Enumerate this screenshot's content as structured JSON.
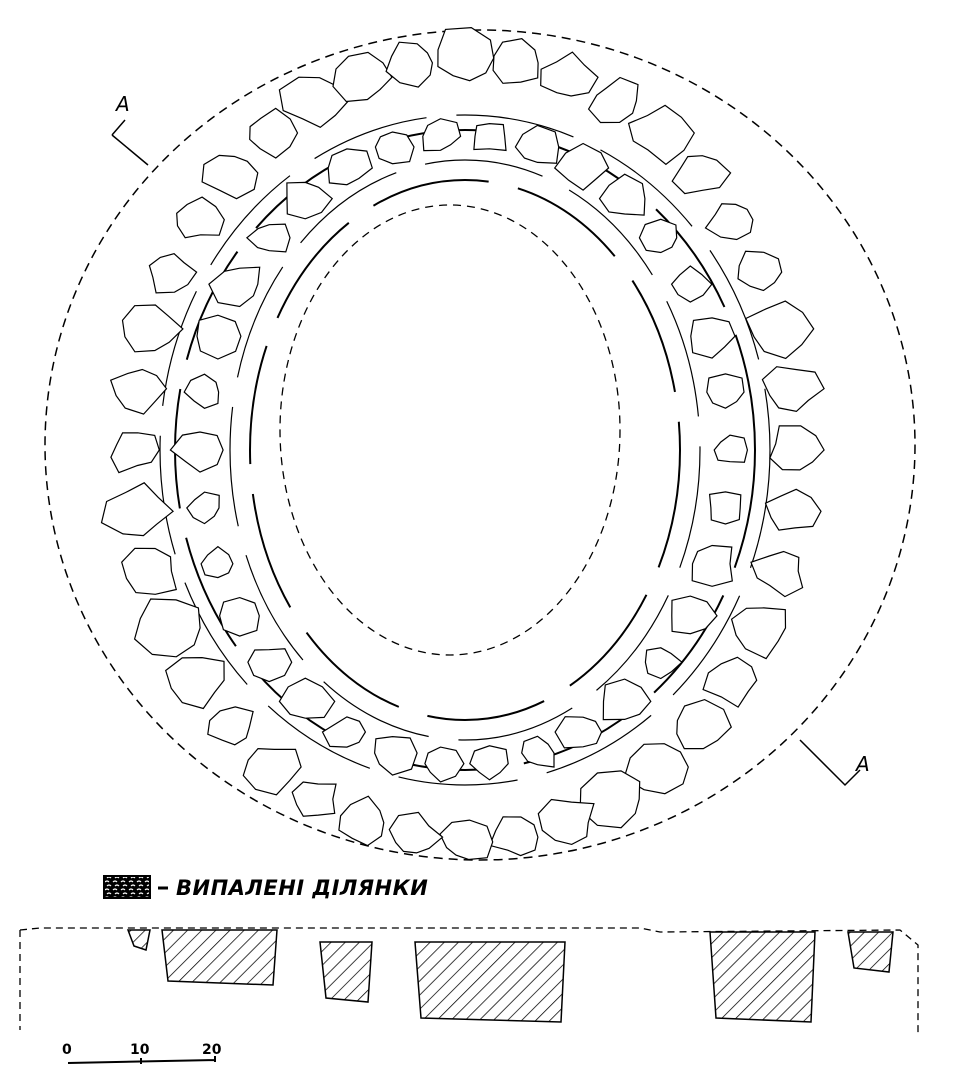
{
  "legend": {
    "label": "ВИПАЛЕНІ ДІЛЯНКИ",
    "swatch_icon": "burnt-area-swatch-icon"
  },
  "section_marks": [
    "А",
    "А"
  ],
  "scale_bar": {
    "ticks": [
      "0",
      "10",
      "20"
    ]
  },
  "colors": {
    "ink": "#000000",
    "paper": "#ffffff"
  }
}
